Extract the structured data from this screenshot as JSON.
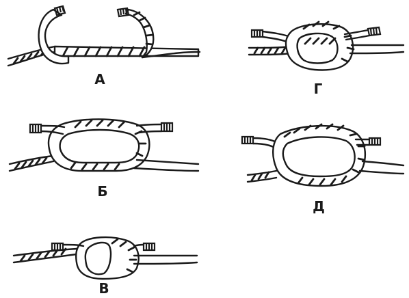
{
  "panels": [
    {
      "id": "a",
      "label": "А"
    },
    {
      "id": "b",
      "label": "Б"
    },
    {
      "id": "v",
      "label": "В"
    },
    {
      "id": "g",
      "label": "Г"
    },
    {
      "id": "d",
      "label": "Д"
    }
  ],
  "colors": {
    "ink": "#1a1a1a",
    "paper": "#ffffff"
  }
}
